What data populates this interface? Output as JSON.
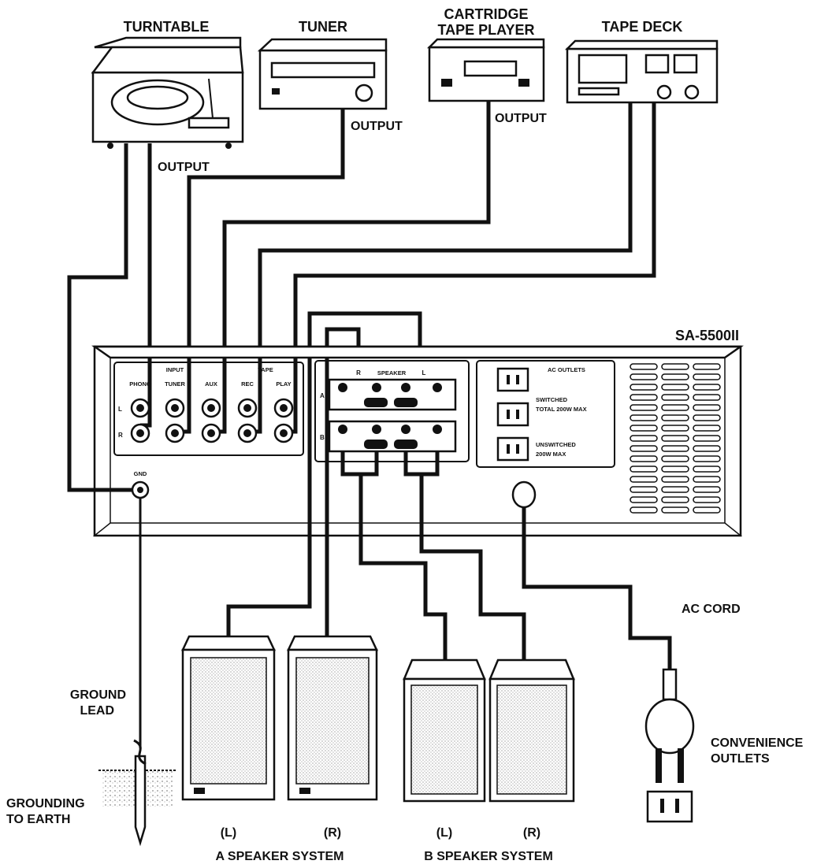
{
  "components": {
    "turntable": "TURNTABLE",
    "tuner": "TUNER",
    "cartridge_line1": "CARTRIDGE",
    "cartridge_line2": "TAPE PLAYER",
    "tape_deck": "TAPE DECK",
    "model": "SA-5500II"
  },
  "wire_labels": {
    "turntable_output": "OUTPUT",
    "tuner_output": "OUTPUT",
    "cartridge_output": "OUTPUT",
    "ac_cord": "AC CORD",
    "ground_lead_line1": "GROUND",
    "ground_lead_line2": "LEAD",
    "grounding_line1": "GROUNDING",
    "grounding_line2": "TO EARTH",
    "convenience_line1": "CONVENIENCE",
    "convenience_line2": "OUTLETS"
  },
  "panel": {
    "input": "INPUT",
    "tape": "TAPE",
    "phono": "PHONO",
    "tuner": "TUNER",
    "aux": "AUX",
    "rec": "REC",
    "play": "PLAY",
    "left": "L",
    "right": "R",
    "gnd": "GND",
    "speaker": "SPEAKER",
    "spk_r": "R",
    "spk_l": "L",
    "row_a": "A",
    "row_b": "B",
    "ac_outlets": "AC OUTLETS",
    "switched1": "SWITCHED",
    "switched2": "TOTAL  200W MAX",
    "unswitched1": "UNSWITCHED",
    "unswitched2": "200W MAX"
  },
  "speakers": {
    "a_left": "(L)",
    "a_right": "(R)",
    "b_left": "(L)",
    "b_right": "(R)",
    "a_system": "A SPEAKER SYSTEM",
    "b_system": "B SPEAKER SYSTEM"
  }
}
